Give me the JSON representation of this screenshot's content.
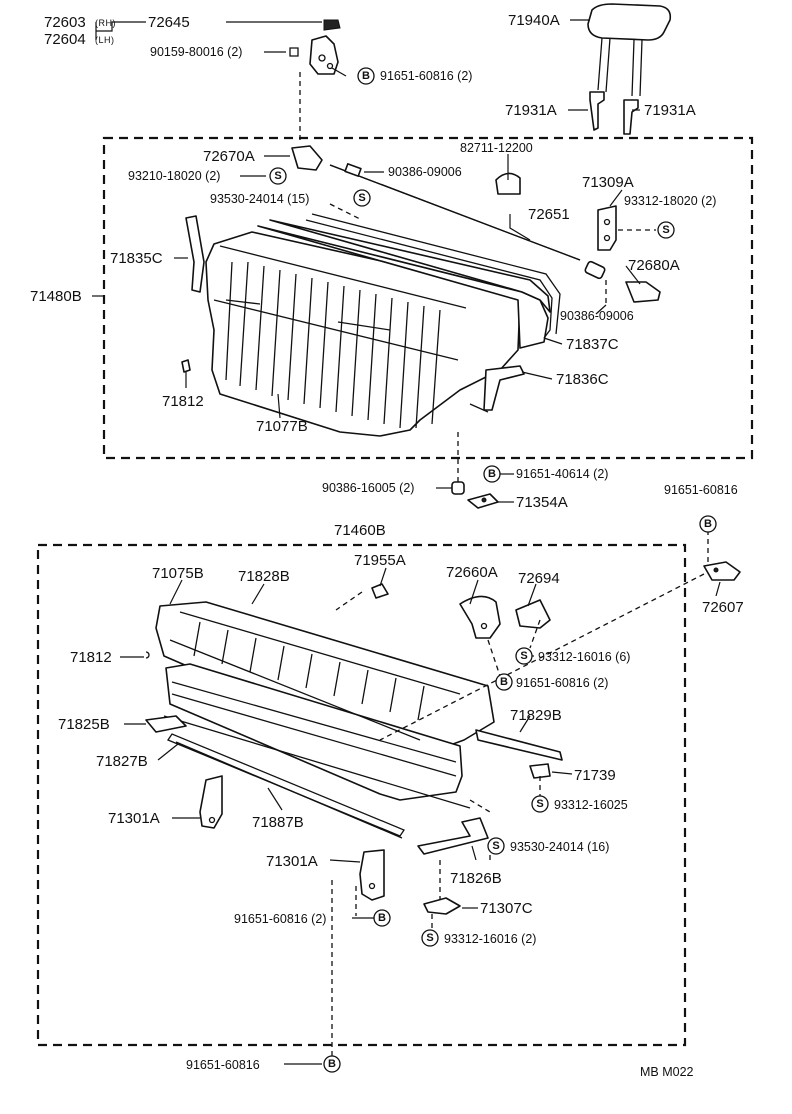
{
  "labels": {
    "p72603": "72603",
    "p72604": "72604",
    "rh": "(RH)",
    "lh": "(LH)",
    "p72645": "72645",
    "p90159": "90159-80016 (2)",
    "p91651_60816_2a": "91651-60816 (2)",
    "p71940A": "71940A",
    "p71931A_l": "71931A",
    "p71931A_r": "71931A",
    "p72670A": "72670A",
    "p93210": "93210-18020 (2)",
    "p90386_09006a": "90386-09006",
    "p82711": "82711-12200",
    "p93530_15": "93530-24014 (15)",
    "p71309A": "71309A",
    "p93312_18020": "93312-18020 (2)",
    "p72651": "72651",
    "p71835C": "71835C",
    "p72680A": "72680A",
    "p71480B": "71480B",
    "p90386_09006b": "90386-09006",
    "p71837C": "71837C",
    "p71836C": "71836C",
    "p71812a": "71812",
    "p71077B": "71077B",
    "p91651_40614": "91651-40614 (2)",
    "p90386_16005": "90386-16005 (2)",
    "p71354A": "71354A",
    "p91651_60816_top": "91651-60816",
    "p71460B": "71460B",
    "p71075B": "71075B",
    "p71828B": "71828B",
    "p71955A": "71955A",
    "p72660A": "72660A",
    "p72694": "72694",
    "p72607": "72607",
    "p71812b": "71812",
    "p93312_16016_6": "93312-16016 (6)",
    "p91651_60816_2b": "91651-60816 (2)",
    "p71825B": "71825B",
    "p71829B": "71829B",
    "p71827B": "71827B",
    "p71739": "71739",
    "p71301A_l": "71301A",
    "p71887B": "71887B",
    "p93312_16025": "93312-16025",
    "p93530_16": "93530-24014 (16)",
    "p71301A_r": "71301A",
    "p71826B": "71826B",
    "p71307C": "71307C",
    "p91651_60816_2c": "91651-60816 (2)",
    "p93312_16016_2": "93312-16016 (2)",
    "p91651_60816_bottom": "91651-60816",
    "footer": "MB  M022"
  },
  "markers": {
    "bolt": "B",
    "screw": "S"
  }
}
